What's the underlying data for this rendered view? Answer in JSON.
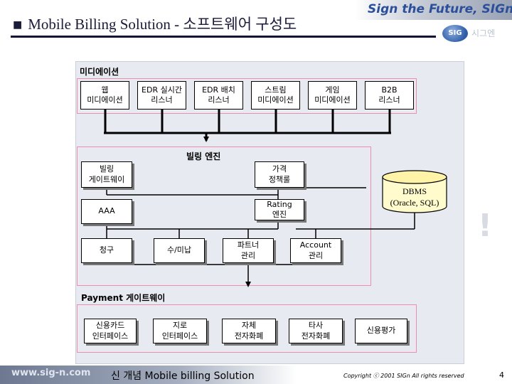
{
  "header": {
    "bullet": "■",
    "title": "Mobile Billing Solution - 소프트웨어 구성도",
    "tagline": "Sign the Future, SIGn!",
    "logo_mark": "SIG",
    "logo_text": "시그엔"
  },
  "mediation": {
    "label": "미디에이션",
    "boxes": [
      "웹\n미디에이션",
      "EDR 실시간\n리스너",
      "EDR 배치\n리스너",
      "스트림\n미디에이션",
      "게임\n미디에이션",
      "B2B\n리스너"
    ]
  },
  "billing_engine": {
    "label": "빌링 엔진",
    "billing_gateway": "빌링\n게이트웨이",
    "price_policy": "가격\n정책룰",
    "aaa": "AAA",
    "rating_engine": "Rating\n엔진",
    "invoice": "청구",
    "receipt": "수/미납",
    "partner_mgmt": "파트너\n관리",
    "account_mgmt": "Account\n관리"
  },
  "dbms": {
    "label": "DBMS\n(Oracle, SQL)"
  },
  "payment": {
    "label": "Payment 게이트웨이",
    "boxes": [
      "신용카드\n인터페이스",
      "지로\n인터페이스",
      "자체\n전자화폐",
      "타사\n전자화폐",
      "신용평가"
    ]
  },
  "watermark": "!",
  "footer": {
    "site": "www.sig-n.com",
    "concept": "신 개념 Mobile billing Solution",
    "copyright": "Copyright ⓒ 2001 SIGn All rights reserved",
    "page": "4"
  }
}
